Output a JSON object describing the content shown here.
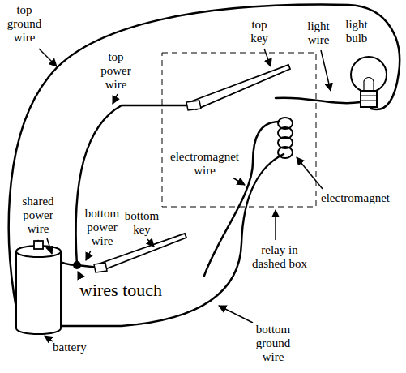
{
  "diagram": {
    "labels": [
      "top ground wire",
      "top key",
      "light wire",
      "light bulb",
      "top power wire",
      "electromagnet wire",
      "electromagnet",
      "bottom key",
      "bottom power wire",
      "shared power wire",
      "wires touch",
      "relay in dashed box",
      "bottom ground wire",
      "battery"
    ]
  }
}
